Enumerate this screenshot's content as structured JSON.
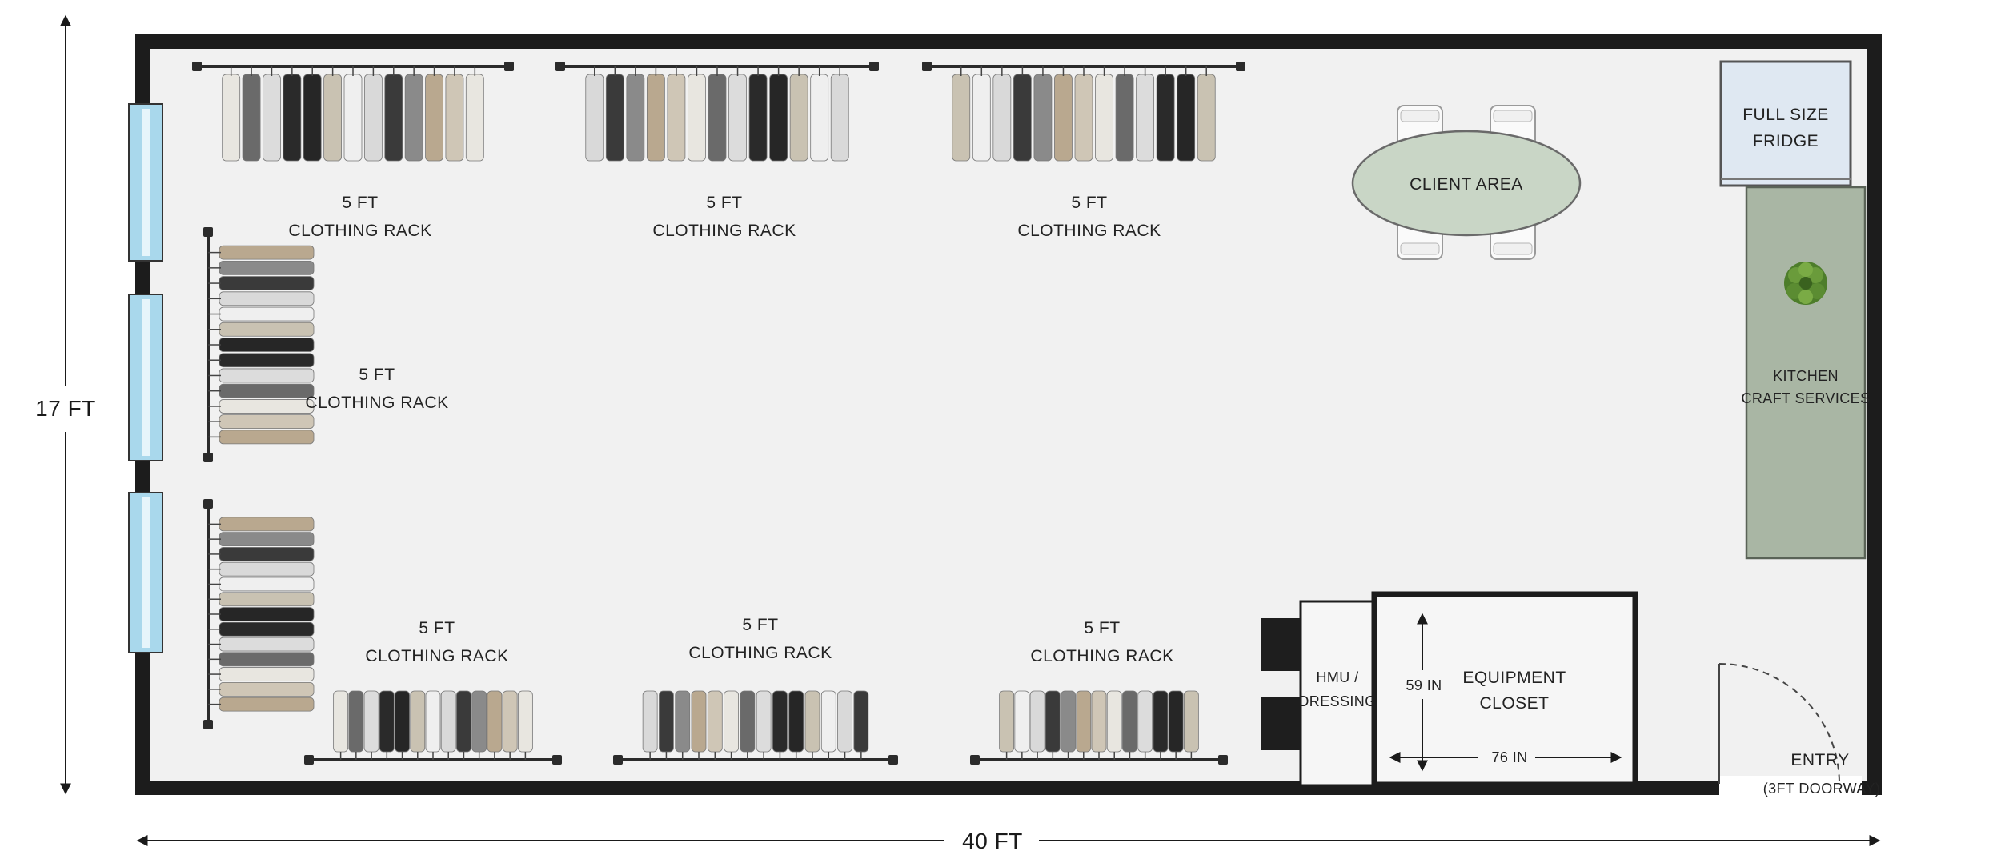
{
  "dimensions": {
    "height": "17 FT",
    "width": "40 FT"
  },
  "racks": {
    "top_left": {
      "size": "5 FT",
      "name": "CLOTHING RACK"
    },
    "top_mid": {
      "size": "5 FT",
      "name": "CLOTHING RACK"
    },
    "top_right": {
      "size": "5 FT",
      "name": "CLOTHING RACK"
    },
    "left_side": {
      "size": "5 FT",
      "name": "CLOTHING RACK"
    },
    "bottom_left": {
      "size": "5 FT",
      "name": "CLOTHING RACK"
    },
    "bottom_mid": {
      "size": "5 FT",
      "name": "CLOTHING RACK"
    },
    "bottom_right": {
      "size": "5 FT",
      "name": "CLOTHING RACK"
    }
  },
  "client_area": "CLIENT AREA",
  "fridge": {
    "line1": "FULL SIZE",
    "line2": "FRIDGE"
  },
  "kitchen": {
    "line1": "KITCHEN",
    "line2": "CRAFT SERVICES"
  },
  "hmu": {
    "line1": "HMU /",
    "line2": "DRESSING"
  },
  "equipment": {
    "line1": "EQUIPMENT",
    "line2": "CLOSET",
    "depth": "59 IN",
    "width": "76 IN"
  },
  "entry": {
    "line1": "ENTRY",
    "line2": "(3FT DOORWAY)"
  },
  "colors": {
    "wall": "#1c1c1c",
    "floor": "#f1f1f1",
    "window": "#a9d8ec",
    "table": "#c9d6c6",
    "counter": "#a9b6a4",
    "fridge": "#dfe8f2",
    "plant": "#4d7d2a"
  }
}
